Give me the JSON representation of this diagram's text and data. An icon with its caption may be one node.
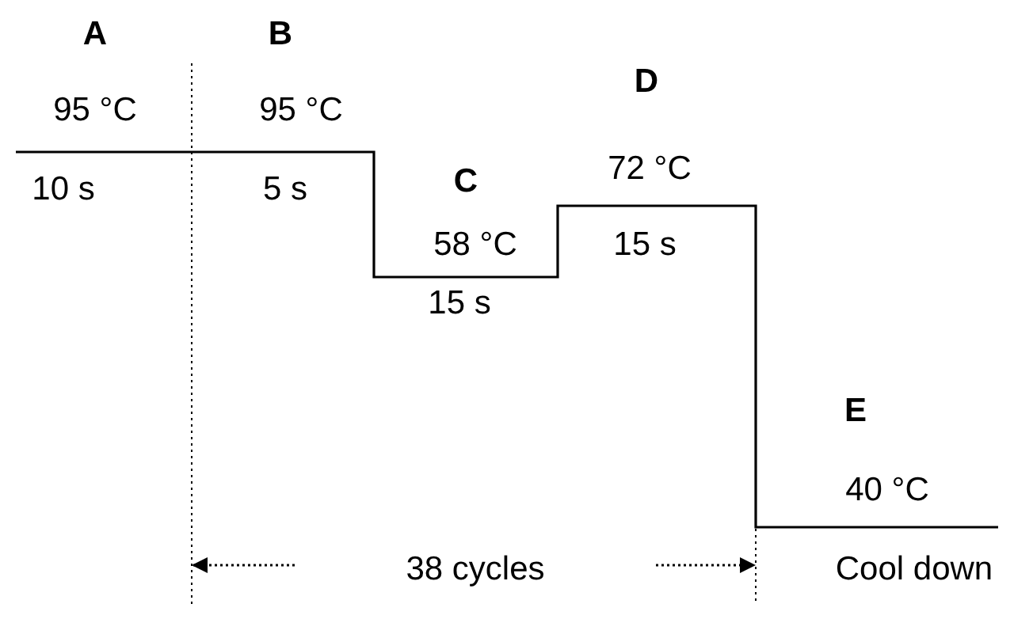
{
  "diagram": {
    "labels": [
      "A",
      "B",
      "95 °C",
      "95 °C",
      "10 s",
      "5 s",
      "D",
      "C",
      "72 °C",
      "15 s",
      "58 °C",
      "15 s",
      "E",
      "40 °C",
      "Cool down",
      "38 cycles"
    ]
  }
}
